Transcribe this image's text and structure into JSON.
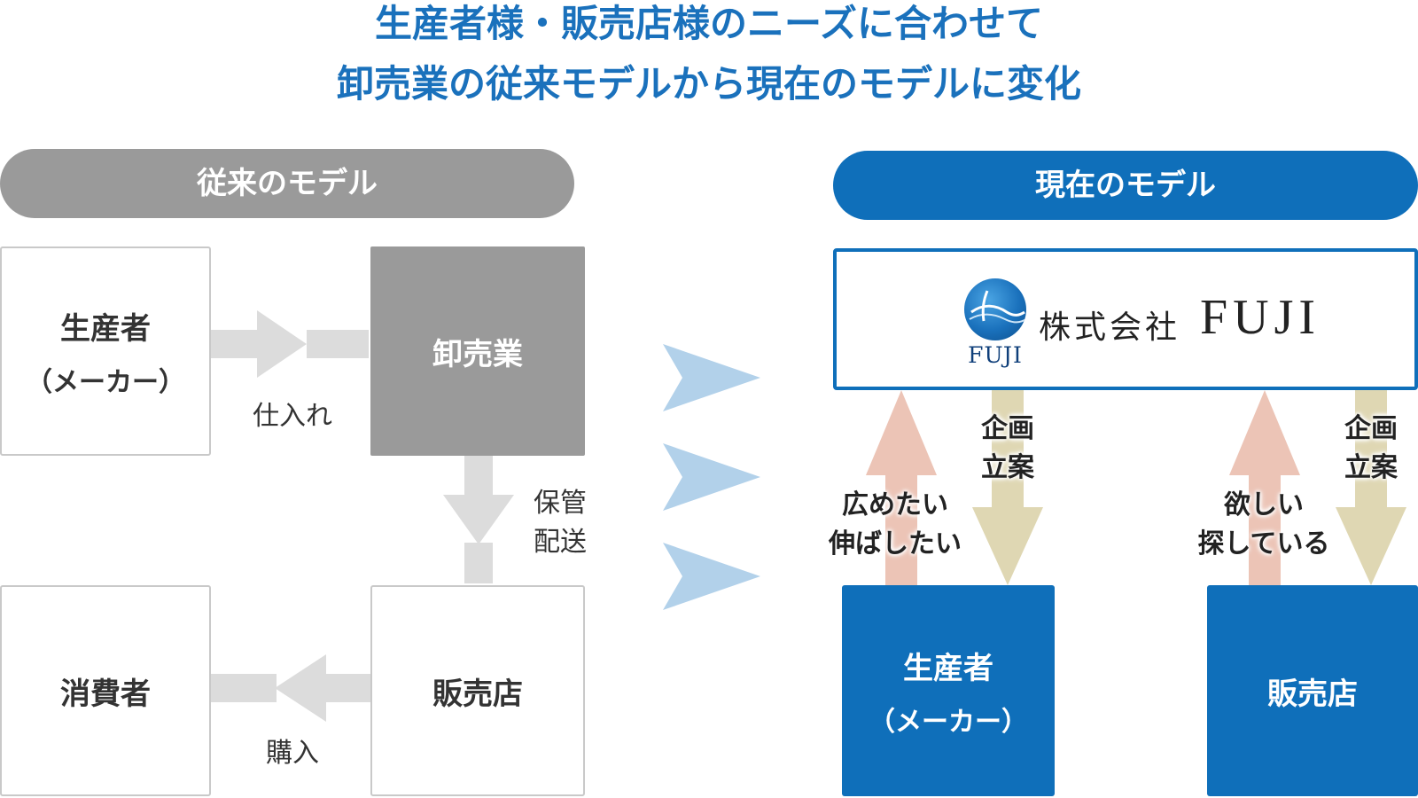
{
  "headline": {
    "line1": "生産者様・販売店様のニーズに合わせて",
    "line2": "卸売業の従来モデルから現在のモデルに変化"
  },
  "traditional": {
    "title": "従来のモデル",
    "producer": "生産者",
    "producer_sub": "（メーカー）",
    "wholesaler": "卸売業",
    "consumer": "消費者",
    "retailer": "販売店",
    "label_purchase_in": "仕入れ",
    "label_storage": "保管",
    "label_delivery": "配送",
    "label_buy": "購入"
  },
  "current": {
    "title": "現在のモデル",
    "logo_caption": "FUJI",
    "company_ja": "株式会社",
    "company_en": "FUJI",
    "producer": "生産者",
    "producer_sub": "（メーカー）",
    "retailer": "販売店",
    "producer_need_line1": "広めたい",
    "producer_need_line2": "伸ばしたい",
    "plan_line1": "企画",
    "plan_line2": "立案",
    "retailer_need_line1": "欲しい",
    "retailer_need_line2": "探している",
    "plan2_line1": "企画",
    "plan2_line2": "立案"
  },
  "colors": {
    "accent_blue": "#0f6fba",
    "gray": "#9a9a9a",
    "arrow_gray": "#dcdcdc",
    "arrow_pink": "#ecc4b6",
    "arrow_beige": "#dfd7b3",
    "chevron_blue": "#b2d1ea"
  }
}
